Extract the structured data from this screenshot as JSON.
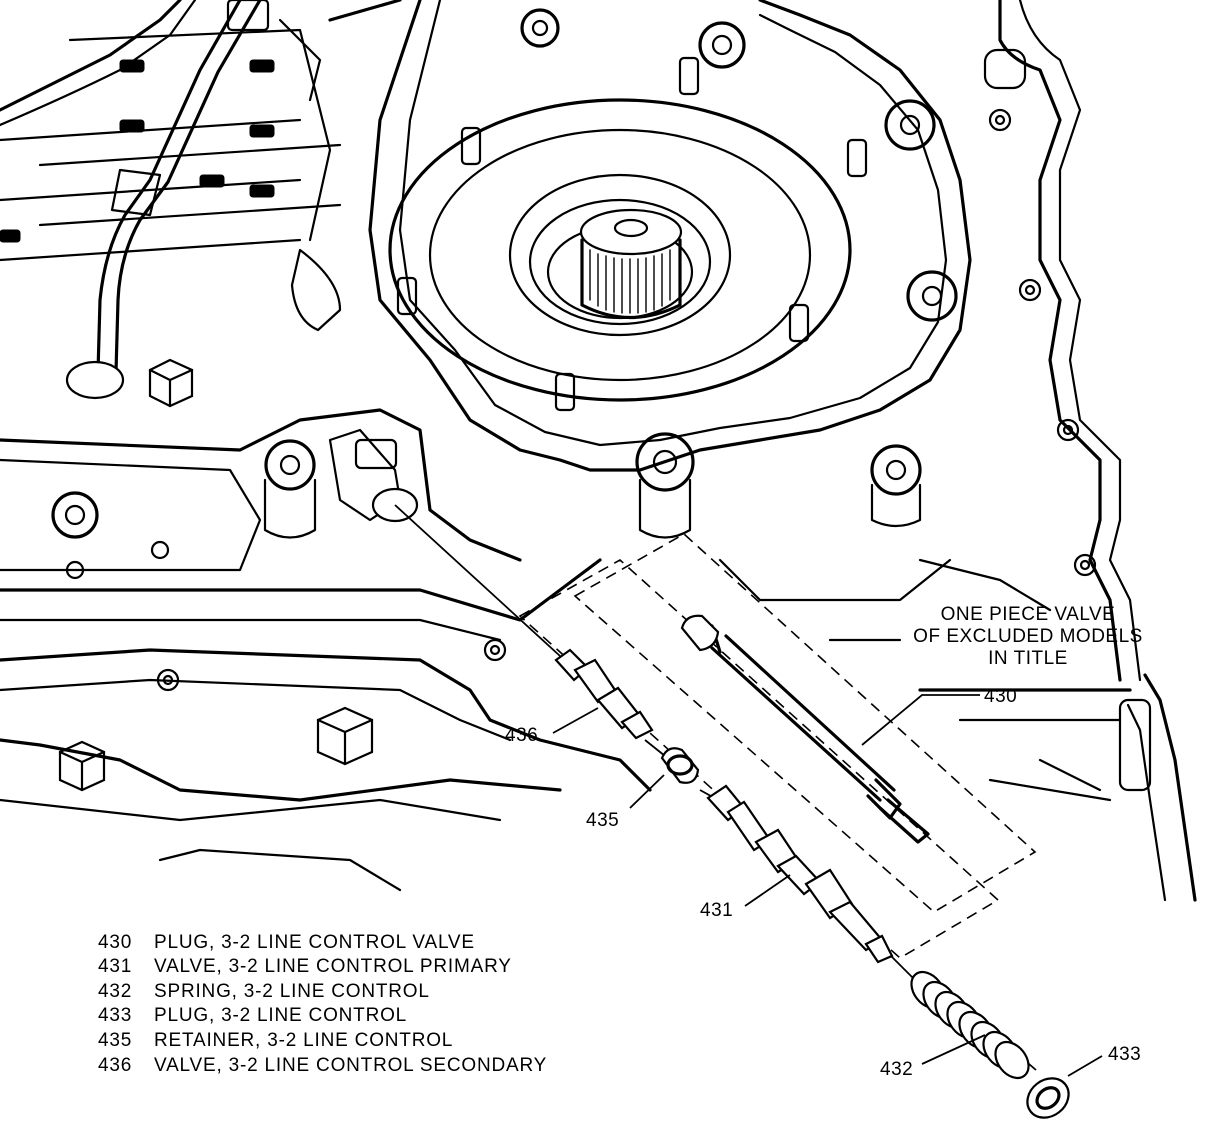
{
  "callout_note": {
    "line1": "ONE PIECE VALVE",
    "line2": "OF EXCLUDED MODELS",
    "line3": "IN TITLE"
  },
  "callouts": {
    "c430": "430",
    "c431": "431",
    "c432": "432",
    "c433": "433",
    "c435": "435",
    "c436": "436"
  },
  "legend": [
    {
      "num": "430",
      "desc": "PLUG, 3-2 LINE CONTROL VALVE"
    },
    {
      "num": "431",
      "desc": "VALVE, 3-2 LINE CONTROL PRIMARY"
    },
    {
      "num": "432",
      "desc": "SPRING, 3-2 LINE CONTROL"
    },
    {
      "num": "433",
      "desc": "PLUG, 3-2 LINE CONTROL"
    },
    {
      "num": "435",
      "desc": "RETAINER, 3-2 LINE CONTROL"
    },
    {
      "num": "436",
      "desc": "VALVE, 3-2 LINE CONTROL SECONDARY"
    }
  ]
}
